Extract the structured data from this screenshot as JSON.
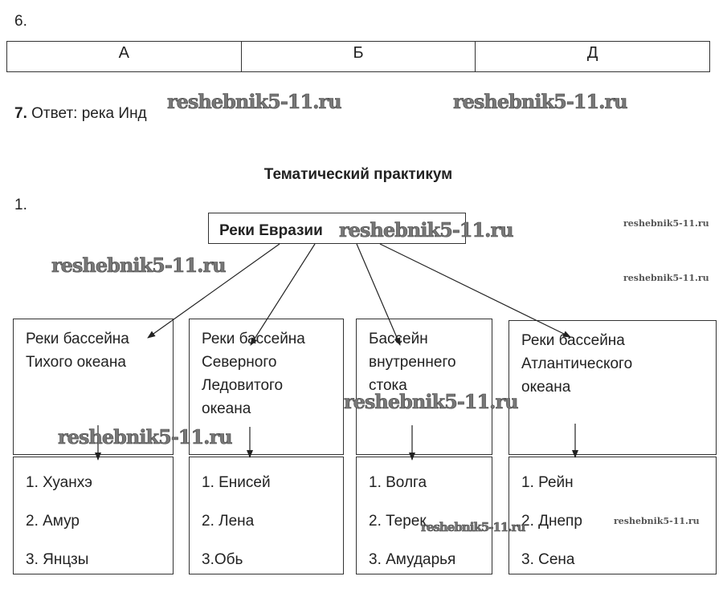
{
  "q6": {
    "number": "6.",
    "table": [
      "А",
      "Б",
      "Д"
    ]
  },
  "q7": {
    "number": "7.",
    "answer": "Ответ: река Инд"
  },
  "section_title": "Тематический практикум",
  "q1": {
    "number": "1.",
    "root": "Реки Евразии",
    "basins": [
      {
        "title_lines": [
          "Реки бассейна",
          "Тихого океана"
        ],
        "rivers": [
          "1. Хуанхэ",
          "2. Амур",
          "3. Янцзы"
        ]
      },
      {
        "title_lines": [
          "Реки бассейна",
          "Северного",
          "Ледовитого",
          "океана"
        ],
        "rivers": [
          "1. Енисей",
          "2. Лена",
          "3.Обь"
        ]
      },
      {
        "title_lines": [
          "Бассейн",
          "внутреннего",
          "стока"
        ],
        "rivers": [
          "1. Волга",
          "2. Терек",
          "3. Амударья"
        ]
      },
      {
        "title_lines": [
          "Реки бассейна",
          "Атлантического",
          "океана"
        ],
        "rivers": [
          "1. Рейн",
          "2. Днепр",
          "3. Сена"
        ]
      }
    ]
  },
  "watermark": "reshebnik5-11.ru"
}
